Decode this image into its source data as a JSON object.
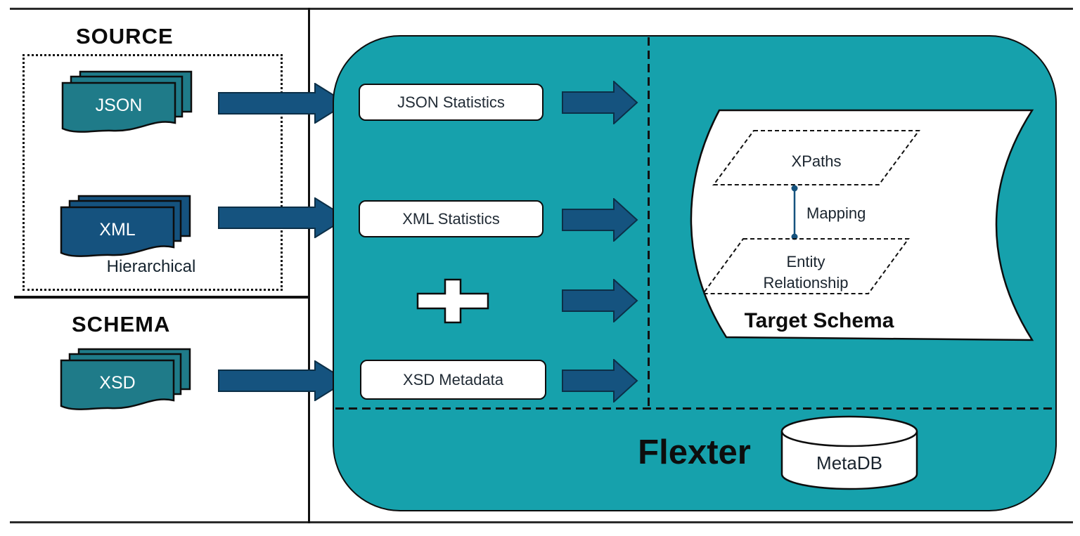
{
  "source_section": {
    "title": "SOURCE",
    "json_doc_label": "JSON",
    "xml_doc_label": "XML",
    "hierarchical_label": "Hierarchical"
  },
  "schema_section": {
    "title": "SCHEMA",
    "xsd_doc_label": "XSD"
  },
  "flexter": {
    "name": "Flexter",
    "boxes": {
      "json_stats": "JSON Statistics",
      "xml_stats": "XML Statistics",
      "xsd_meta": "XSD Metadata"
    },
    "metadb_label": "MetaDB"
  },
  "target_schema": {
    "title": "Target Schema",
    "xpaths_label": "XPaths",
    "mapping_label": "Mapping",
    "entity_line1": "Entity",
    "entity_line2": "Relationship"
  },
  "colors": {
    "container_teal": "#16a1ac",
    "doc_teal": "#1f7b89",
    "navy": "#15527e",
    "arrow_navy": "#15537f",
    "arrow_outline": "#0c2f47",
    "outline_black": "#0d0d0d",
    "box_text": "#222c36",
    "white": "#ffffff"
  }
}
